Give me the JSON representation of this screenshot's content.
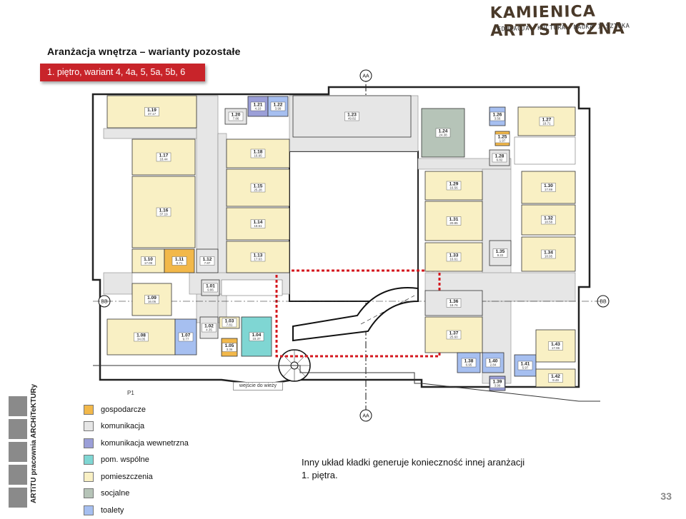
{
  "header": {
    "title": "Aranżacja wnętrza – warianty pozostałe",
    "badge": "1. piętro, wariant 4, 4a, 5, 5a, 5b, 6"
  },
  "logo": {
    "main": "KAMIENICA ARTYSTYCZNA",
    "sub": "EDUKACJA, KULTURA, NAUKA I SZTUKA"
  },
  "sidebar": {
    "text": "ARTiTU pracownia ARCHiTeKTURy"
  },
  "plan": {
    "axis_top": "AA",
    "axis_bottom": "AA",
    "axis_left": "BB",
    "axis_right": "BB",
    "p1_label": "P1",
    "tower_label": "wejście do wieży",
    "rooms": [
      {
        "id": "1.19",
        "area": "37.17"
      },
      {
        "id": "1.17",
        "area": "18.44"
      },
      {
        "id": "1.16",
        "area": "37.19"
      },
      {
        "id": "1.10",
        "area": "17.09"
      },
      {
        "id": "1.11",
        "area": "9.71"
      },
      {
        "id": "1.12",
        "area": "7.87"
      },
      {
        "id": "1.09",
        "area": "16.05"
      },
      {
        "id": "1.08",
        "area": "34.05"
      },
      {
        "id": "1.07",
        "area": "9.77"
      },
      {
        "id": "1.18",
        "area": "16.95"
      },
      {
        "id": "1.15",
        "area": "25.28"
      },
      {
        "id": "1.14",
        "area": "18.61"
      },
      {
        "id": "1.13",
        "area": "17.63"
      },
      {
        "id": "1.01",
        "area": "9.86"
      },
      {
        "id": "1.02",
        "area": "4.35"
      },
      {
        "id": "1.03",
        "area": "7.81"
      },
      {
        "id": "1.04",
        "area": "15.37"
      },
      {
        "id": "1.05",
        "area": "3.36"
      },
      {
        "id": "1.20",
        "area": "7.86"
      },
      {
        "id": "1.21",
        "area": "4.10"
      },
      {
        "id": "1.22",
        "area": "3.99"
      },
      {
        "id": "1.23",
        "area": "49.82"
      },
      {
        "id": "1.24",
        "area": "24.38"
      },
      {
        "id": "1.25",
        "area": "1.97"
      },
      {
        "id": "1.26",
        "area": "3.56"
      },
      {
        "id": "1.27",
        "area": "18.71"
      },
      {
        "id": "1.28",
        "area": "6.82"
      },
      {
        "id": "1.29",
        "area": "16.56"
      },
      {
        "id": "1.30",
        "area": "17.69"
      },
      {
        "id": "1.31",
        "area": "20.85"
      },
      {
        "id": "1.32",
        "area": "18.58"
      },
      {
        "id": "1.33",
        "area": "16.61"
      },
      {
        "id": "1.34",
        "area": "18.95"
      },
      {
        "id": "1.35",
        "area": "9.22"
      },
      {
        "id": "1.36",
        "area": "18.76"
      },
      {
        "id": "1.37",
        "area": "25.60"
      },
      {
        "id": "1.38",
        "area": "6.95"
      },
      {
        "id": "1.39",
        "area": "3.99"
      },
      {
        "id": "1.40",
        "area": "2.84"
      },
      {
        "id": "1.41",
        "area": "5.97"
      },
      {
        "id": "1.42",
        "area": "9.49"
      },
      {
        "id": "1.43",
        "area": "17.96"
      }
    ]
  },
  "legend": [
    {
      "label": "gospodarcze",
      "color": "#f2b84a"
    },
    {
      "label": "komunikacja",
      "color": "#e6e6e6"
    },
    {
      "label": "komunikacja wewnetrzna",
      "color": "#9b9fd8"
    },
    {
      "label": "pom. wspólne",
      "color": "#7fd6d3"
    },
    {
      "label": "pomieszczenia",
      "color": "#f9f0c4"
    },
    {
      "label": "socjalne",
      "color": "#b6c4b8"
    },
    {
      "label": "toalety",
      "color": "#a6bff0"
    }
  ],
  "note": {
    "line1": "Inny układ kładki generuje konieczność innej aranżacji",
    "line2": "1. piętra."
  },
  "page_number": "33"
}
